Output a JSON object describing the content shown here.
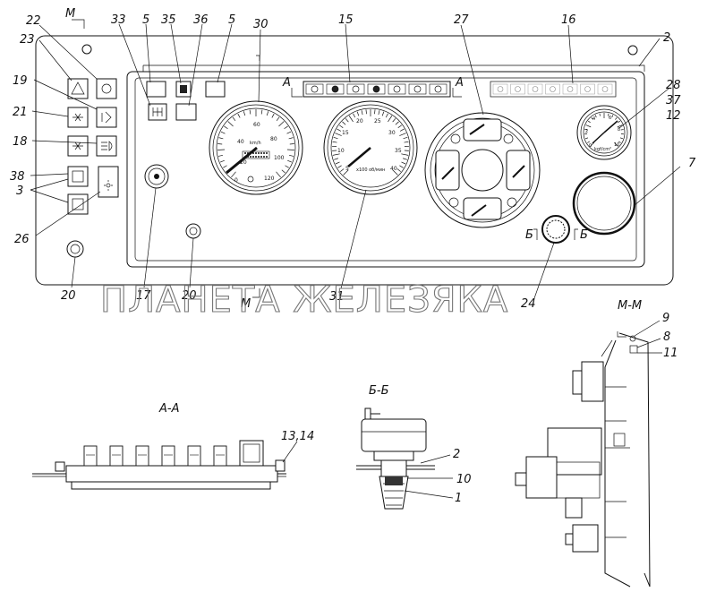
{
  "callouts": {
    "c22": "22",
    "c23": "23",
    "c19": "19",
    "c21": "21",
    "c18": "18",
    "c38": "38",
    "c3": "3",
    "c26": "26",
    "c20a": "20",
    "c33": "33",
    "c5a": "5",
    "c35": "35",
    "c36": "36",
    "c5b": "5",
    "c30": "30",
    "c15": "15",
    "c27": "27",
    "c16": "16",
    "c2a": "2",
    "c28": "28",
    "c37": "37",
    "c12": "12",
    "c7": "7",
    "c17": "17",
    "c20b": "20",
    "c31": "31",
    "c24": "24",
    "c9": "9",
    "c8": "8",
    "c11": "11",
    "c13_14": "13,14",
    "c2b": "2",
    "c10": "10",
    "c1": "1"
  },
  "section_marks": {
    "m_top": "М",
    "m_bottom": "М",
    "a_left": "А",
    "a_right": "А",
    "b_left": "Б",
    "b_right": "Б"
  },
  "section_titles": {
    "aa": "А-А",
    "bb": "Б-Б",
    "mm": "М-М"
  },
  "speedometer": {
    "unit": "km/h",
    "ticks": [
      "20",
      "40",
      "60",
      "80",
      "100",
      "120",
      "0"
    ]
  },
  "tachometer": {
    "unit": "x100 об/мин",
    "ticks": [
      "5",
      "10",
      "15",
      "20",
      "25",
      "30",
      "35",
      "40"
    ]
  },
  "pressure_gauge": {
    "unit": "kgf/cm²",
    "ticks": [
      "0",
      "2",
      "4",
      "6",
      "8",
      "10"
    ]
  },
  "watermark": "ПЛАНЕТА ЖЕЛЕЗЯКА"
}
